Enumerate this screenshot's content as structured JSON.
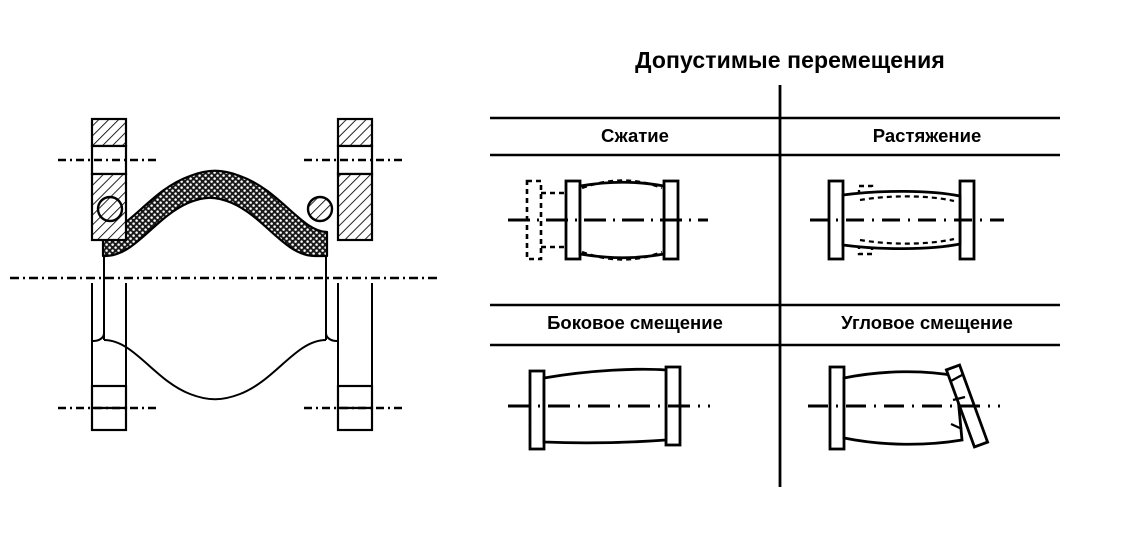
{
  "figure": {
    "kind": "technical-drawing",
    "subject": "rubber-expansion-joint",
    "colors": {
      "line": "#000000",
      "background": "#ffffff",
      "hatch": "#000000"
    }
  },
  "left_drawing": {
    "name": "rubber expansion joint cross-section",
    "parts": [
      "flange-top-left",
      "flange-top-right",
      "flange-bottom-left",
      "flange-bottom-right",
      "rubber-bellows",
      "bead-ring-left",
      "bead-ring-right",
      "centerline-axis",
      "bolt-centerline-top-left",
      "bolt-centerline-top-right",
      "bolt-centerline-bottom-left",
      "bolt-centerline-bottom-right"
    ]
  },
  "table": {
    "title": "Допустимые перемещения",
    "rows": [
      {
        "cells": [
          {
            "label": "Сжатие",
            "icon": "compression-diagram"
          },
          {
            "label": "Растяжение",
            "icon": "tension-diagram"
          }
        ]
      },
      {
        "cells": [
          {
            "label": "Боковое смещение",
            "icon": "lateral-offset-diagram"
          },
          {
            "label": "Угловое смещение",
            "icon": "angular-offset-diagram"
          }
        ]
      }
    ]
  }
}
